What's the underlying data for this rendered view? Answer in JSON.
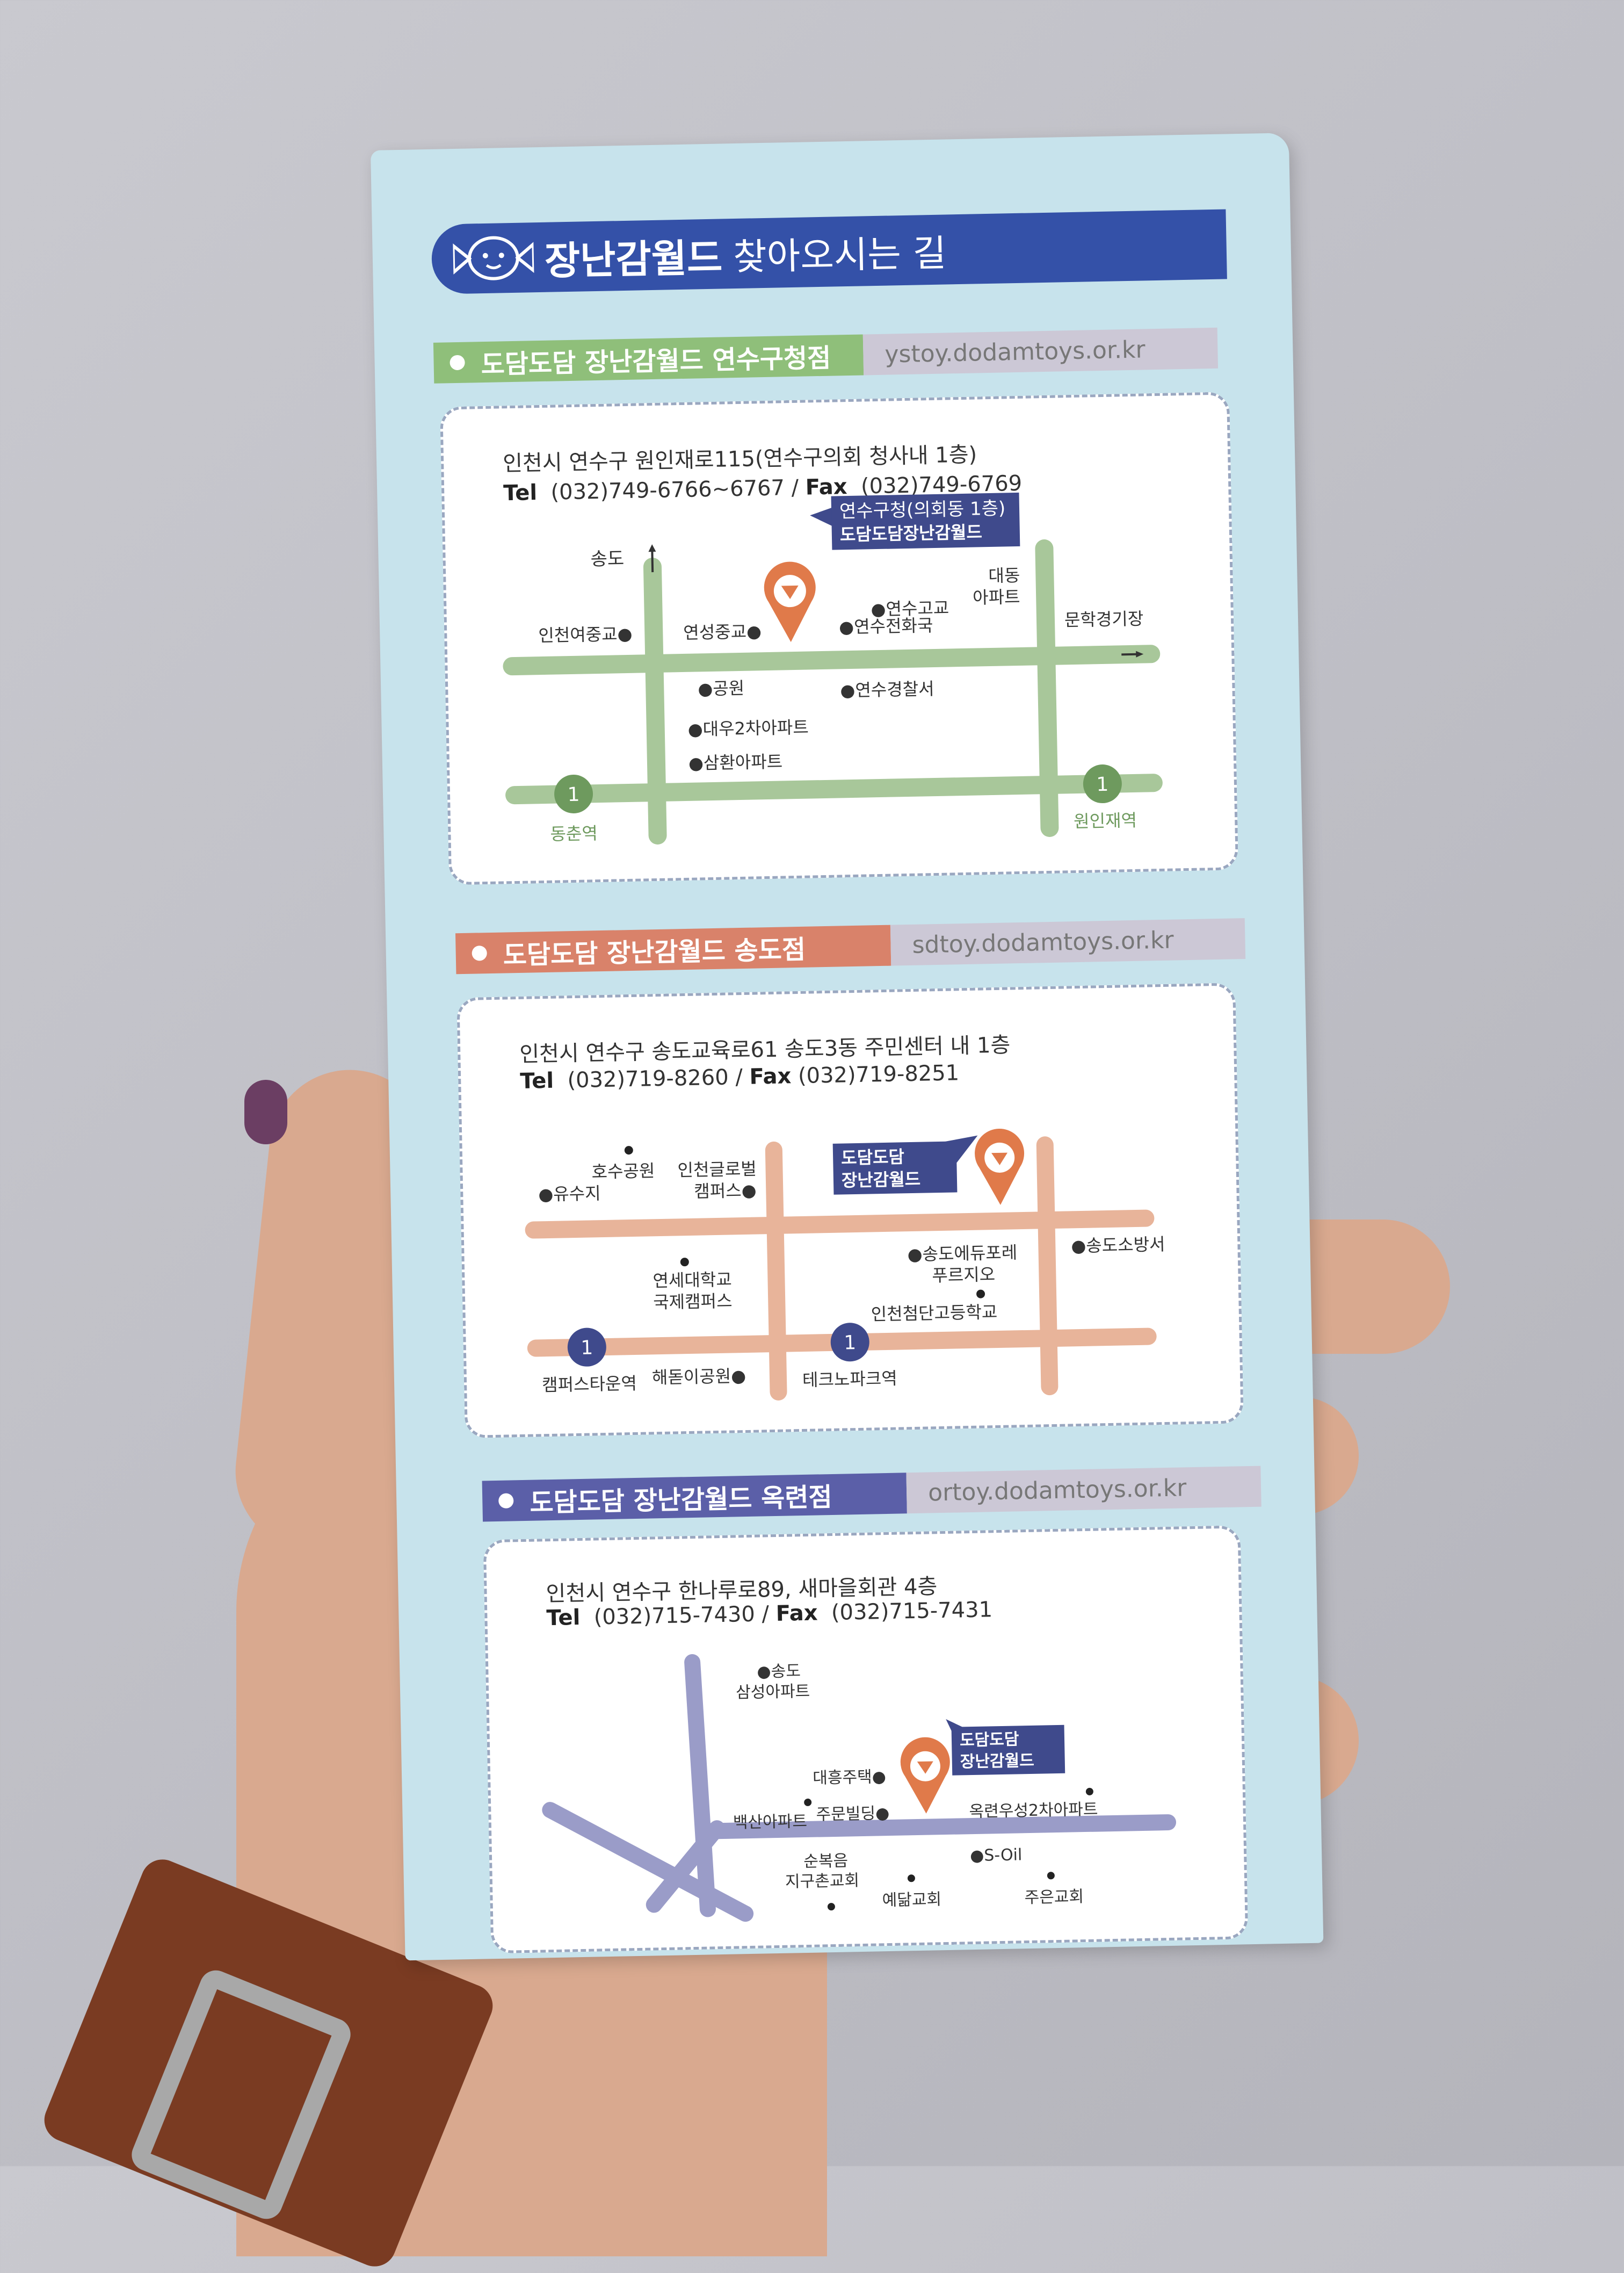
{
  "header": {
    "title_main": "장난감월드",
    "title_rest": "찾아오시는 길"
  },
  "colors": {
    "header_blue": "#3451a8",
    "green": "#8fbf7a",
    "green_road": "#a8c79a",
    "salmon": "#d9826a",
    "salmon_road": "#e8b49a",
    "indigo": "#5b5fa8",
    "indigo_road": "#9a9cc8",
    "pin_orange": "#e07a4a"
  },
  "branches": [
    {
      "name": "도담도담 장난감월드 연수구청점",
      "url": "ystoy.dodamtoys.or.kr",
      "address": "인천시 연수구 원인재로115(연수구의회 청사내 1층)",
      "tel_label": "Tel",
      "tel": "(032)749-6766~6767",
      "fax_label": "Fax",
      "fax": "(032)749-6769",
      "callout": [
        "연수구청(의회동 1층)",
        "도담도담장난감월드"
      ],
      "places": [
        "송도",
        "인천여중교●",
        "연성중교●",
        "●연수고교",
        "●연수전화국",
        "대동",
        "아파트",
        "문학경기장",
        "●공원",
        "●연수경찰서",
        "●대우2차아파트",
        "●삼환아파트"
      ],
      "stations": [
        {
          "line": "1",
          "name": "동춘역"
        },
        {
          "line": "1",
          "name": "원인재역"
        }
      ]
    },
    {
      "name": "도담도담 장난감월드 송도점",
      "url": "sdtoy.dodamtoys.or.kr",
      "address": "인천시 연수구 송도교육로61 송도3동 주민센터 내 1층",
      "tel_label": "Tel",
      "tel": "(032)719-8260",
      "fax_label": "Fax",
      "fax": "(032)719-8251",
      "callout": [
        "도담도담",
        "장난감월드"
      ],
      "places": [
        "호수공원",
        "인천글로벌",
        "캠퍼스●",
        "●유수지",
        "●송도에듀포레",
        "푸르지오",
        "●송도소방서",
        "연세대학교",
        "국제캠퍼스",
        "인천첨단고등학교",
        "해돋이공원●"
      ],
      "stations": [
        {
          "line": "1",
          "name": "캠퍼스타운역"
        },
        {
          "line": "1",
          "name": "테크노파크역"
        }
      ]
    },
    {
      "name": "도담도담 장난감월드 옥련점",
      "url": "ortoy.dodamtoys.or.kr",
      "address": "인천시 연수구 한나루로89, 새마을회관 4층",
      "tel_label": "Tel",
      "tel": "(032)715-7430",
      "fax_label": "Fax",
      "fax": "(032)715-7431",
      "callout": [
        "도담도담",
        "장난감월드"
      ],
      "places": [
        "●송도",
        "삼성아파트",
        "대흥주택●",
        "백산아파트",
        "주문빌딩●",
        "옥련우성2차아파트",
        "●S-Oil",
        "순복음",
        "지구촌교회",
        "예닮교회",
        "주은교회"
      ],
      "stations": []
    }
  ]
}
